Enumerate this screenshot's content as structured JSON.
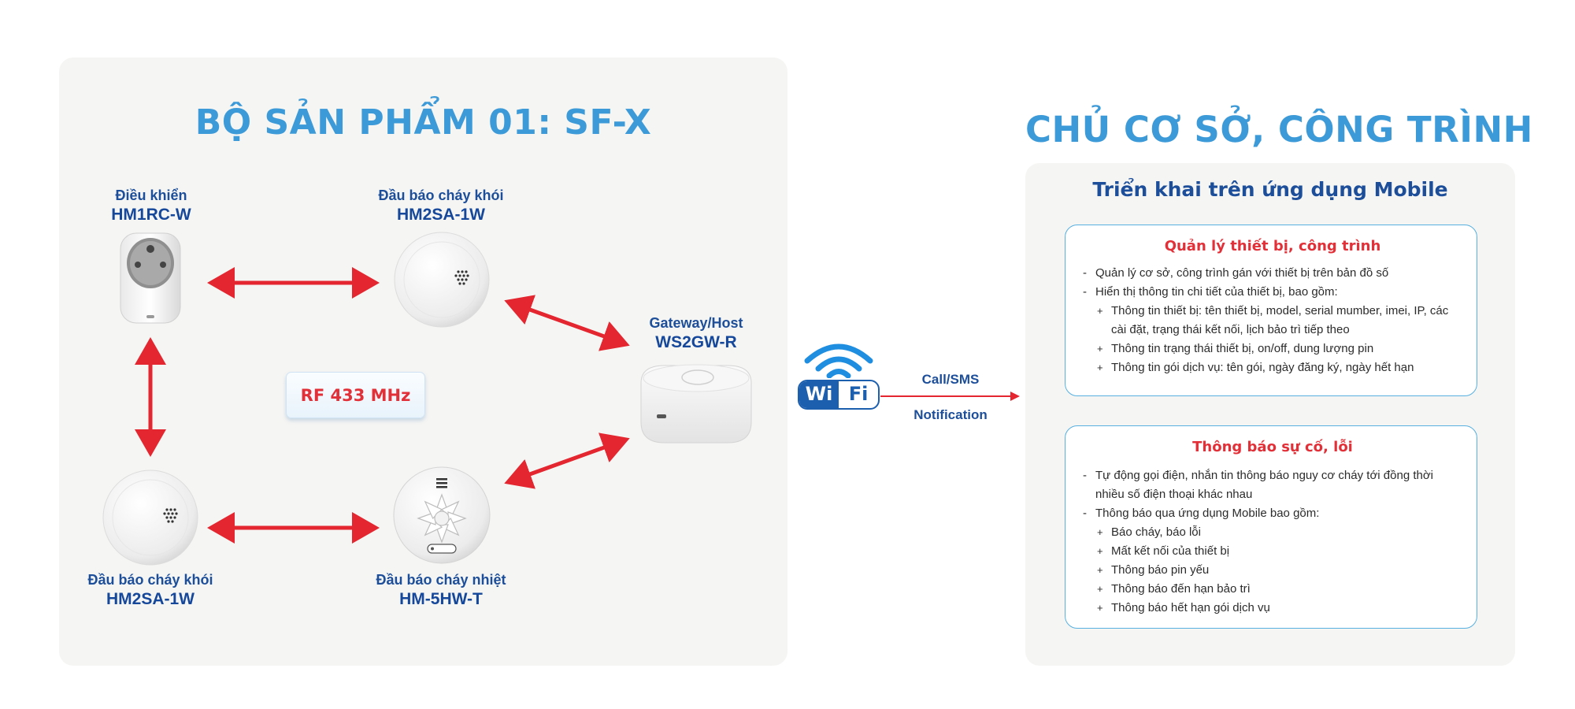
{
  "left_panel": {
    "title": "BỘ SẢN PHẨM 01: SF-X",
    "rf_label": "RF 433 MHz",
    "devices": {
      "remote": {
        "name": "Điều khiển",
        "model": "HM1RC-W"
      },
      "smoke_top": {
        "name": "Đầu báo cháy khói",
        "model": "HM2SA-1W"
      },
      "gateway": {
        "name": "Gateway/Host",
        "model": "WS2GW-R"
      },
      "smoke_bottom": {
        "name": "Đầu báo cháy khói",
        "model": "HM2SA-1W"
      },
      "heat": {
        "name": "Đầu báo cháy nhiệt",
        "model": "HM-5HW-T"
      }
    }
  },
  "wifi": {
    "wi": "Wi",
    "fi": "Fi"
  },
  "link": {
    "top": "Call/SMS",
    "bottom": "Notification"
  },
  "right_panel": {
    "title": "CHỦ CƠ SỞ, CÔNG TRÌNH",
    "heading": "Triển khai trên ứng dụng Mobile",
    "card1": {
      "title": "Quản lý thiết bị, công trình",
      "items": [
        {
          "kind": "dash",
          "text": "Quản lý cơ sở, công trình gán với thiết bị trên bản đồ số"
        },
        {
          "kind": "dash",
          "text": "Hiển thị thông tin chi tiết của thiết bị, bao gồm:"
        },
        {
          "kind": "plus",
          "text": "Thông tin thiết bị: tên thiết bị, model, serial mumber, imei, IP, các cài đặt, trạng thái kết nối, lịch bảo trì tiếp theo"
        },
        {
          "kind": "plus",
          "text": "Thông tin trạng thái thiết bị, on/off, dung lượng pin"
        },
        {
          "kind": "plus",
          "text": "Thông tin gói dịch vụ: tên gói, ngày đăng ký, ngày hết hạn"
        }
      ]
    },
    "card2": {
      "title": "Thông báo sự cố, lỗi",
      "items": [
        {
          "kind": "dash",
          "text": "Tự động gọi điện, nhắn tin thông báo nguy cơ cháy tới đồng thời nhiều số điện thoại khác nhau"
        },
        {
          "kind": "dash",
          "text": "Thông báo qua ứng dụng Mobile bao gồm:"
        },
        {
          "kind": "plus",
          "text": "Báo cháy, báo lỗi"
        },
        {
          "kind": "plus",
          "text": "Mất kết nối của thiết bị"
        },
        {
          "kind": "plus",
          "text": "Thông báo pin yếu"
        },
        {
          "kind": "plus",
          "text": "Thông báo đến hạn bảo trì"
        },
        {
          "kind": "plus",
          "text": "Thông báo hết hạn gói dịch vụ"
        }
      ]
    }
  },
  "colors": {
    "title_blue": "#3d9ad8",
    "label_navy": "#1c4e9a",
    "arrow_red": "#e3262f",
    "card_border": "#57b0e0",
    "panel_bg": "#f5f5f3"
  }
}
